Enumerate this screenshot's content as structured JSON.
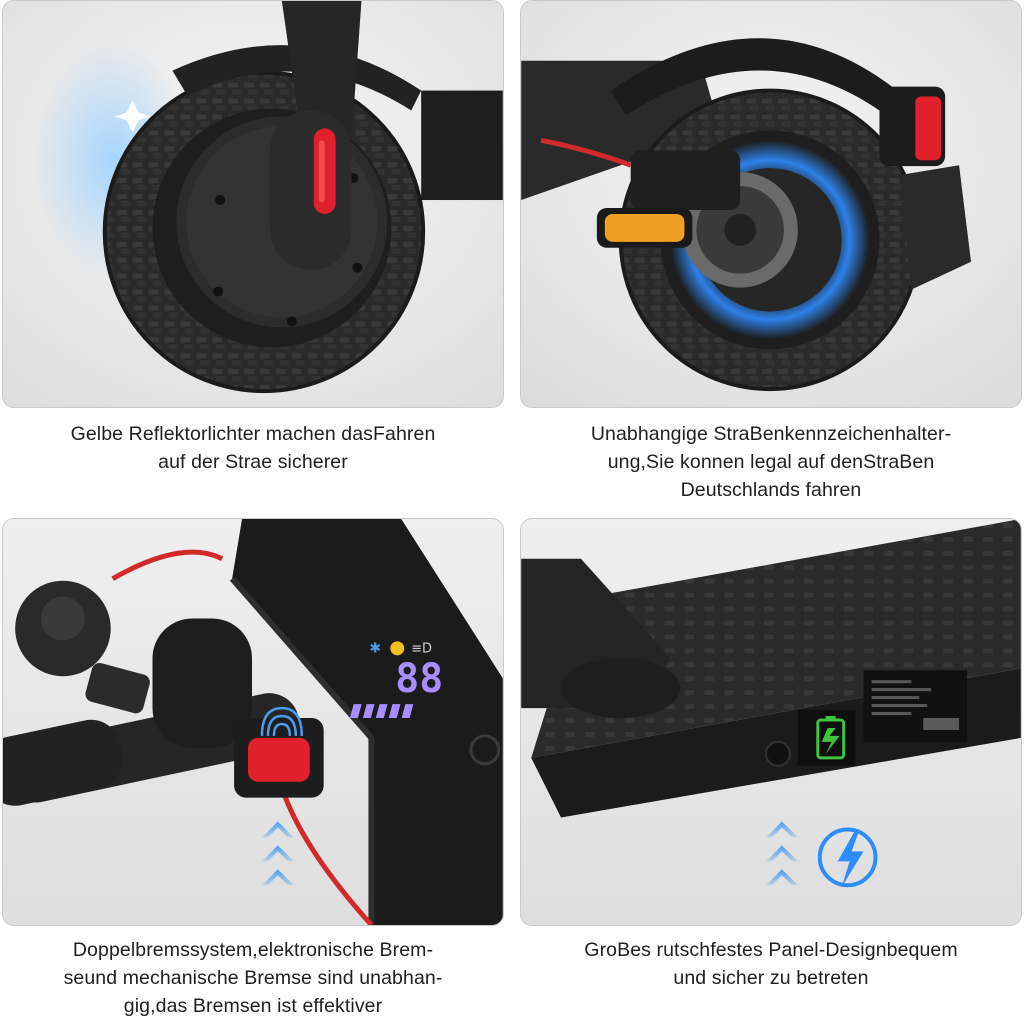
{
  "captions": [
    {
      "lines": [
        "Gelbe Reflektorlichter machen dasFahren",
        "auf der Strae sicherer"
      ]
    },
    {
      "lines": [
        "Unabhangige StraBenkennzeichenhalter-",
        "ung,Sie konnen legal auf denStraBen",
        "Deutschlands fahren"
      ]
    },
    {
      "lines": [
        "Doppelbremssystem,elektronische Brem-",
        "seund mechanische Bremse sind unabhan-",
        "gig,das Bremsen ist effektiver"
      ]
    },
    {
      "lines": [
        "GroBes rutschfestes Panel-Designbequem",
        "und sicher zu betreten"
      ]
    }
  ],
  "display": {
    "speed": "88"
  },
  "colors": {
    "reflector_red": "#e0202a",
    "reflector_amber": "#f0a020",
    "hub_glow": "#2f8cff",
    "display_violet": "#a98cff",
    "arrow_blue": "#4a9cf0",
    "charge_green": "#3fc43f",
    "text": "#1f1f1f"
  },
  "icons": [
    "bluetooth-icon",
    "eco-mode-icon",
    "headlight-icon",
    "fingerprint-icon",
    "up-arrow-icon",
    "lightning-icon",
    "battery-charge-icon"
  ]
}
